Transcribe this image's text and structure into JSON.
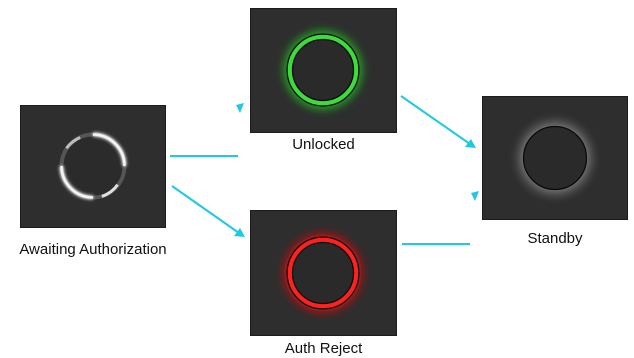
{
  "nodes": {
    "awaiting": {
      "label": "Awaiting Authorization",
      "ring_style": "segmented-white"
    },
    "unlocked": {
      "label": "Unlocked",
      "ring_color": "#22cc22"
    },
    "reject": {
      "label": "Auth Reject",
      "ring_color": "#ee1111"
    },
    "standby": {
      "label": "Standby",
      "ring_style": "white-glow"
    }
  },
  "edges": [
    {
      "from": "awaiting",
      "to": "unlocked"
    },
    {
      "from": "awaiting",
      "to": "reject"
    },
    {
      "from": "unlocked",
      "to": "standby"
    },
    {
      "from": "reject",
      "to": "standby"
    }
  ],
  "colors": {
    "connector": "#1ec8e6",
    "panel_bg": "#2e2e2e",
    "inner_disc": "#2a2a2a"
  }
}
